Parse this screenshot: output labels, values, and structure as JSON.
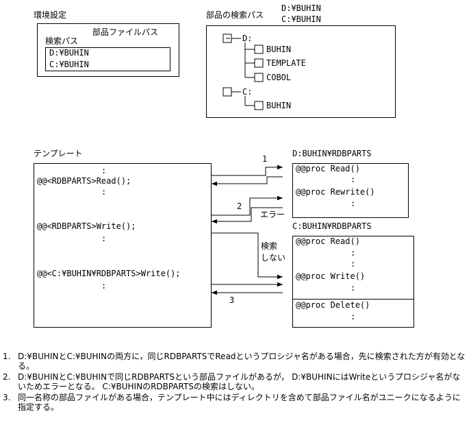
{
  "env": {
    "title": "環境設定",
    "box_header": "部品ファイルパス",
    "search_path_label": "検索パス",
    "paths": [
      "D:¥BUHIN",
      "C:¥BUHIN"
    ]
  },
  "tree": {
    "title": "部品の検索パス",
    "title_paths": [
      "D:¥BUHIN",
      "C:¥BUHIN"
    ],
    "d_drive": "D:",
    "d_children": [
      "BUHIN",
      "TEMPLATE",
      "COBOL"
    ],
    "c_drive": "C:",
    "c_children": [
      "BUHIN"
    ],
    "expanded_mark": "−"
  },
  "template": {
    "title": "テンプレート",
    "lines": [
      ":",
      "@@<RDBPARTS>Read();",
      ":",
      "@@<RDBPARTS>Write();",
      ":",
      "@@<C:¥BUHIN¥RDBPARTS>Write();",
      ":"
    ]
  },
  "part_d": {
    "title": "D:BUHIN¥RDBPARTS",
    "lines": [
      "@@proc Read()",
      ":",
      "@@proc Rewrite()",
      ":"
    ]
  },
  "part_c": {
    "title": "C:BUHIN¥RDBPARTS",
    "lines": [
      "@@proc Read()",
      ":",
      ":",
      "@@proc Write()",
      ":",
      "@@proc Delete()",
      ":"
    ]
  },
  "arrows": {
    "label_1": "1",
    "label_2": "2",
    "label_3": "3",
    "error": "エラー",
    "no_search_1": "検索",
    "no_search_2": "しない"
  },
  "notes": [
    {
      "num": "1.",
      "text": "D:¥BUHINとC:¥BUHINの両方に，同じRDBPARTSでReadというプロシジャ名がある場合，先に検索された方が有効となる。"
    },
    {
      "num": "2.",
      "text": "D:¥BUHINとC:¥BUHINで同じRDBPARTSという部品ファイルがあるが， D:¥BUHINにはWriteというプロシジャ名がないためエラーとなる。 C:¥BUHINのRDBPARTSの検索はしない。"
    },
    {
      "num": "3.",
      "text": "同一名称の部品ファイルがある場合，テンプレート中にはディレクトリを含めて部品ファイル名がユニークになるように指定する。"
    }
  ]
}
